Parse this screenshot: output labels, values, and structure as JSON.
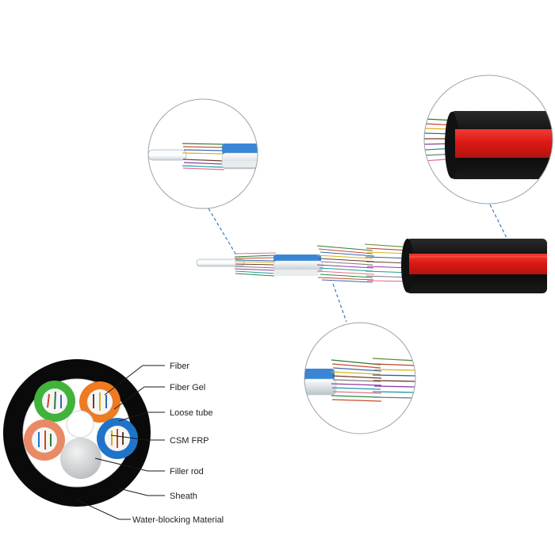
{
  "labels": {
    "fiber": "Fiber",
    "fiber_gel": "Fiber Gel",
    "loose_tube": "Loose tube",
    "csm_frp": "CSM FRP",
    "filler_rod": "Filler rod",
    "sheath": "Sheath",
    "water_blocking": "Water-blocking Material"
  },
  "colors": {
    "sheath": "#0a0a0a",
    "stripe": "#e0201e",
    "tube_green": "#3fb33a",
    "tube_orange": "#ee7a22",
    "tube_blue": "#1f74c9",
    "tube_salmon": "#e98a66",
    "filler": "#d6d8d8",
    "center": "#ffffff",
    "callout_line": "#2a6fb5"
  }
}
